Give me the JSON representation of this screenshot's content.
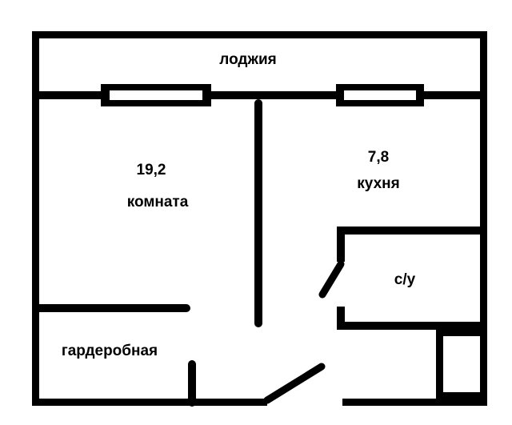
{
  "rooms": {
    "loggia": {
      "name": "лоджия"
    },
    "living": {
      "area": "19,2",
      "name": "комната"
    },
    "kitchen": {
      "area": "7,8",
      "name": "кухня"
    },
    "bathroom": {
      "name": "с/у"
    },
    "wardrobe": {
      "name": "гардеробная"
    }
  },
  "colors": {
    "wall": "#000000",
    "background": "#ffffff"
  }
}
